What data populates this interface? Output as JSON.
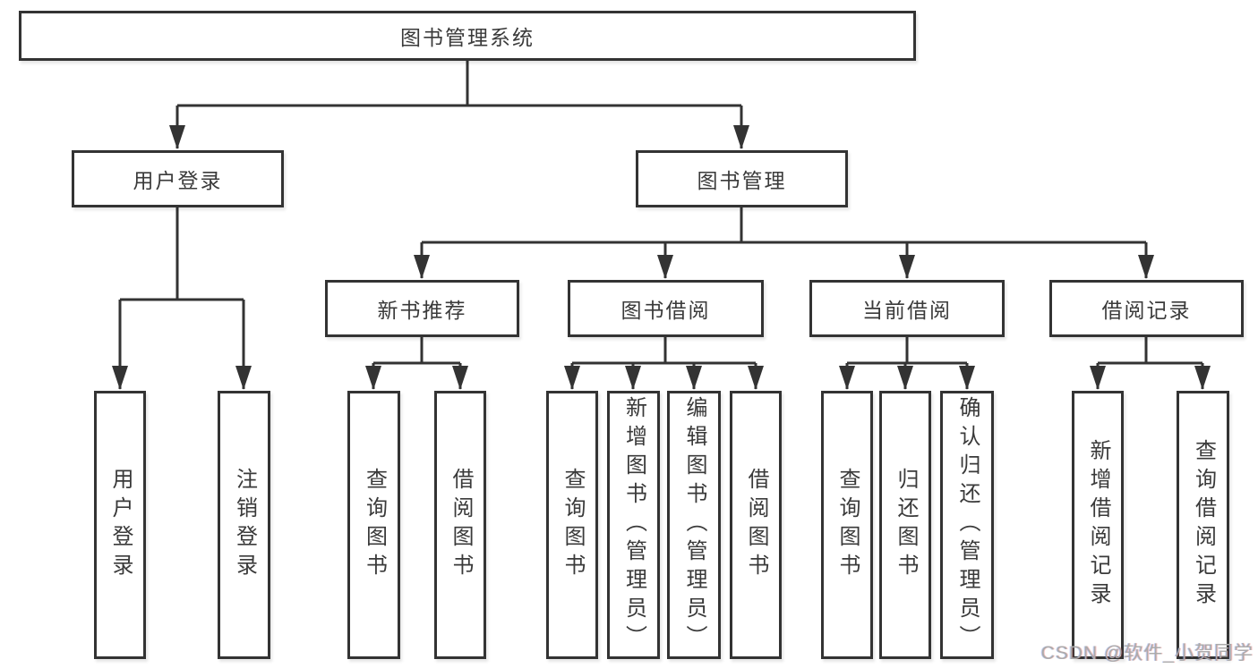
{
  "diagram_type": "functional-structure-tree",
  "nodes": {
    "root": {
      "label": "图书管理系统",
      "children": [
        "user_login",
        "book_mgmt"
      ]
    },
    "user_login": {
      "label": "用户登录",
      "children": [
        "leaf_user_login",
        "leaf_logout"
      ]
    },
    "book_mgmt": {
      "label": "图书管理",
      "children": [
        "new_book_rec",
        "book_borrow",
        "current_borrow",
        "borrow_record"
      ]
    },
    "new_book_rec": {
      "label": "新书推荐",
      "children": [
        "leaf_query_book_a",
        "leaf_borrow_book_a"
      ]
    },
    "book_borrow": {
      "label": "图书借阅",
      "children": [
        "leaf_query_book_b",
        "leaf_add_book",
        "leaf_edit_book",
        "leaf_borrow_book_b"
      ]
    },
    "current_borrow": {
      "label": "当前借阅",
      "children": [
        "leaf_query_book_c",
        "leaf_return_book",
        "leaf_confirm_return"
      ]
    },
    "borrow_record": {
      "label": "借阅记录",
      "children": [
        "leaf_add_record",
        "leaf_query_record"
      ]
    },
    "leaf_user_login": {
      "label": "用户登录"
    },
    "leaf_logout": {
      "label": "注销登录"
    },
    "leaf_query_book_a": {
      "label": "查询图书"
    },
    "leaf_borrow_book_a": {
      "label": "借阅图书"
    },
    "leaf_query_book_b": {
      "label": "查询图书"
    },
    "leaf_add_book": {
      "label": "新增图书（管理员）"
    },
    "leaf_edit_book": {
      "label": "编辑图书（管理员）"
    },
    "leaf_borrow_book_b": {
      "label": "借阅图书"
    },
    "leaf_query_book_c": {
      "label": "查询图书"
    },
    "leaf_return_book": {
      "label": "归还图书"
    },
    "leaf_confirm_return": {
      "label": "确认归还（管理员）"
    },
    "leaf_add_record": {
      "label": "新增借阅记录"
    },
    "leaf_query_record": {
      "label": "查询借阅记录"
    }
  },
  "watermark": {
    "text": "CSDN @软件_小贺同学"
  },
  "colors": {
    "line": "#333333",
    "box_border": "#333333",
    "box_fill": "#ffffff",
    "text": "#3a3a3a",
    "watermark": "#ababab",
    "background": "#ffffff"
  }
}
